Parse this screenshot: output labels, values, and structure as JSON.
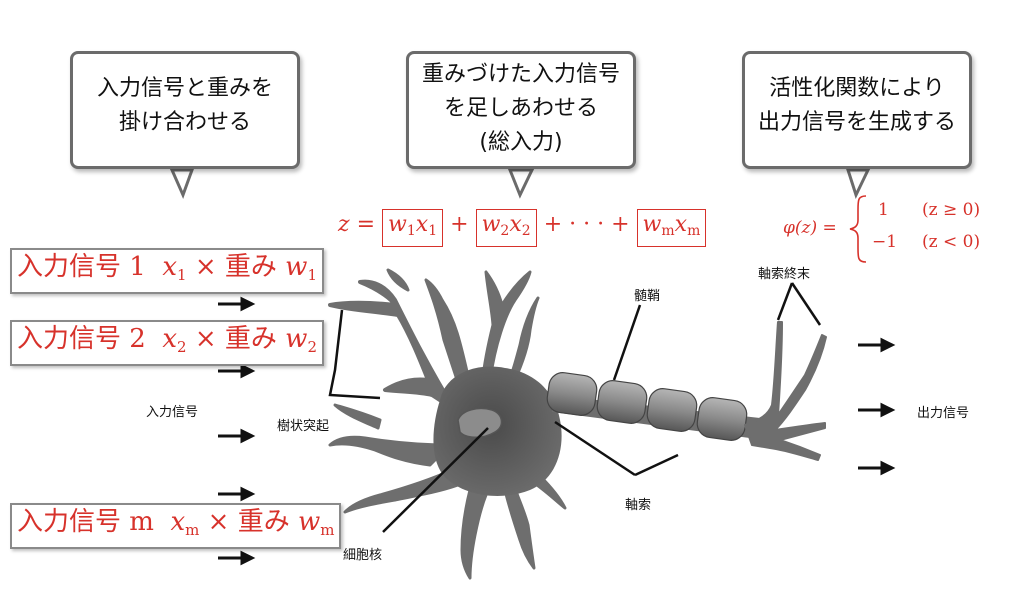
{
  "bubbles": {
    "weight": [
      "入力信号と重みを",
      "掛け合わせる"
    ],
    "sum": [
      "重みづけた入力信号",
      "を足しあわせる",
      "(総入力)"
    ],
    "activation": [
      "活性化関数により",
      "出力信号を生成する"
    ]
  },
  "formula": {
    "lhs": "z =",
    "t1_w": "w",
    "t1_ws": "1",
    "t1_x": "x",
    "t1_xs": "1",
    "plus1": "+",
    "t2_w": "w",
    "t2_ws": "2",
    "t2_x": "x",
    "t2_xs": "2",
    "dots": "+ · · · +",
    "tm_w": "w",
    "tm_ws": "m",
    "tm_x": "x",
    "tm_xs": "m"
  },
  "activation": {
    "lhs": "φ(z) =",
    "case1_value": "1",
    "case1_cond": "(z ≥ 0)",
    "case2_value": "−1",
    "case2_cond": "(z < 0)"
  },
  "inputs": [
    {
      "name": "入力信号 1",
      "x": "x",
      "xs": "1",
      "op": "×",
      "weight": "重み",
      "w": "w",
      "ws": "1"
    },
    {
      "name": "入力信号 2",
      "x": "x",
      "xs": "2",
      "op": "×",
      "weight": "重み",
      "w": "w",
      "ws": "2"
    },
    {
      "name": "入力信号 m",
      "x": "x",
      "xs": "m",
      "op": "×",
      "weight": "重み",
      "w": "w",
      "ws": "m"
    }
  ],
  "labels": {
    "input_signal": "入力信号",
    "dendrite": "樹状突起",
    "nucleus": "細胞核",
    "myelin": "髄鞘",
    "axon": "軸索",
    "axon_terminal": "軸索終末",
    "output_signal": "出力信号"
  },
  "colors": {
    "accent": "#d7322b",
    "neuron": "#6e6e6e"
  }
}
